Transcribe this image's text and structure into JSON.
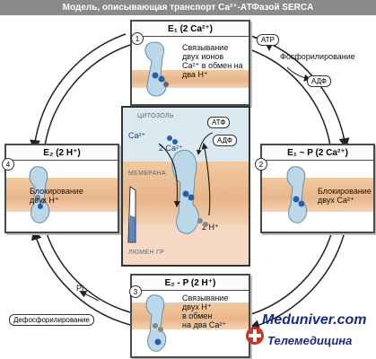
{
  "title": "Модель, описывающая транспорт Ca²⁺-АТФазой SERCA",
  "states": {
    "top": {
      "header": "E₁ (2 Ca²⁺)",
      "num": "1",
      "text": [
        "Связывание",
        "двух ионов",
        "Ca²⁺ в обмен на",
        "два H⁺"
      ]
    },
    "right": {
      "header": "E₁ ~ P (2 Ca²⁺)",
      "num": "2",
      "text": [
        "Блокирование",
        "двух Ca²⁺"
      ]
    },
    "bottom": {
      "header": "E₂ - P (2 H⁺)",
      "num": "3",
      "text": [
        "Связывание",
        "двух H⁺",
        "в обмен",
        "на два Ca²⁺"
      ]
    },
    "left": {
      "header": "E₂ (2 H⁺)",
      "num": "4",
      "text": [
        "Блокирование",
        "двух H⁺"
      ]
    }
  },
  "labels": {
    "atp_top": "ATP",
    "phosphorylation": "Фосфорилирование",
    "adp_top": "АДФ",
    "pi": "Pi",
    "dephosphorylation": "Дефосфорилирование"
  },
  "center": {
    "cytosol": "ЦИТОЗОЛЬ",
    "membrane": "МЕМБРАНА",
    "lumen": "ЛЮМЕН ГР",
    "ca_left": "Ca²⁺",
    "ca_two": "2 Ca²⁺",
    "atp": "АТФ",
    "adp": "АДФ",
    "h_two": "2 H⁺"
  },
  "watermark": {
    "main": "Meduniver.com",
    "sub": "Телемедицина"
  },
  "colors": {
    "membrane": "#e8b58a",
    "ion": "#2a5ea8",
    "protein": "#bcd7e8",
    "atp": "#c9a24a"
  }
}
